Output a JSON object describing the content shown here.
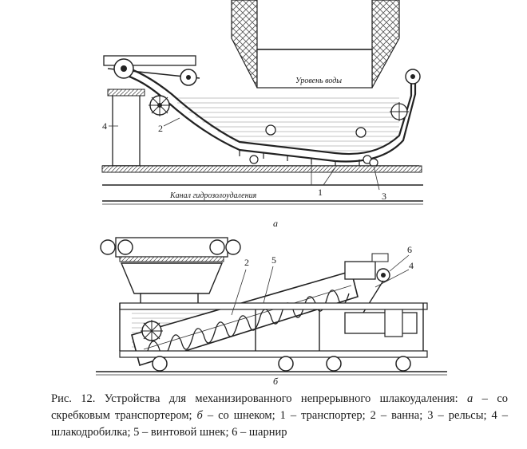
{
  "figure": {
    "panel_a": {
      "letter": "а",
      "water_level_label": "Уровень воды",
      "channel_label": "Канал гидрозолоудаления",
      "callouts": [
        "1",
        "2",
        "3",
        "4"
      ]
    },
    "panel_b": {
      "letter": "б",
      "callouts": [
        "2",
        "5",
        "6",
        "4"
      ]
    }
  },
  "caption": {
    "prefix": "Рис. 12. Устройства для механизированного непрерывного шлакоудаления: ",
    "a_letter": "а",
    "part_a": " – со скребковым транспортером; ",
    "b_letter": "б",
    "part_b": " – со шнеком; 1 – транспортер; 2 – ванна; 3 – рельсы; 4 – шлакодробилка; 5 – винтовой шнек; 6 – шарнир"
  }
}
